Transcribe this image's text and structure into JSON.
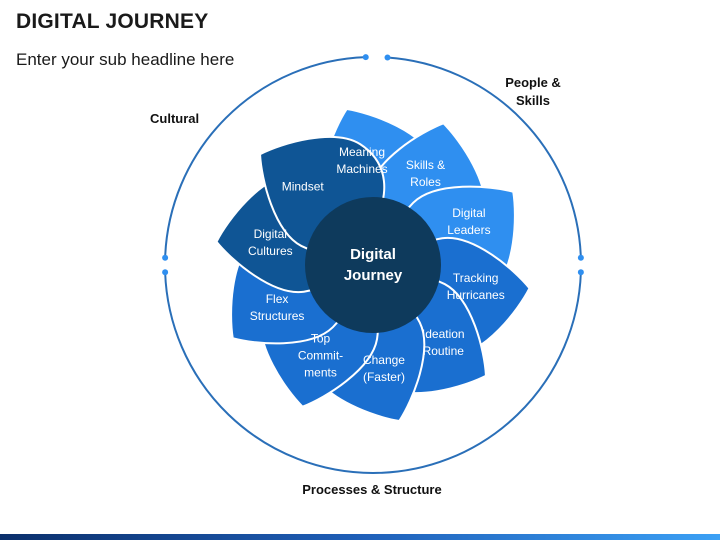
{
  "header": {
    "title": "DIGITAL JOURNEY",
    "subtitle": "Enter your sub headline here"
  },
  "categories": {
    "cultural": "Cultural",
    "people_skills": "People &\nSkills",
    "processes": "Processes & Structure"
  },
  "center": {
    "label": "Digital\nJourney",
    "color": "#0e3a5c"
  },
  "petals": [
    {
      "label": "Meaning\nMachines",
      "color": "#2f8ff0"
    },
    {
      "label": "Skills &\nRoles",
      "color": "#2f8ff0"
    },
    {
      "label": "Digital\nLeaders",
      "color": "#2f8ff0"
    },
    {
      "label": "Tracking\nHurricanes",
      "color": "#1a6fd0"
    },
    {
      "label": "Ideation\nRoutine",
      "color": "#1a6fd0"
    },
    {
      "label": "Change\n(Faster)",
      "color": "#1a6fd0"
    },
    {
      "label": "Top\nCommit-\nments",
      "color": "#1a6fd0"
    },
    {
      "label": "Flex\nStructures",
      "color": "#1a6fd0"
    },
    {
      "label": "Digital\nCultures",
      "color": "#0f5595"
    },
    {
      "label": "Mindset",
      "color": "#0f5595"
    }
  ],
  "colors": {
    "ring": "#2a6fb8",
    "ring_dot": "#2f8ff0"
  }
}
